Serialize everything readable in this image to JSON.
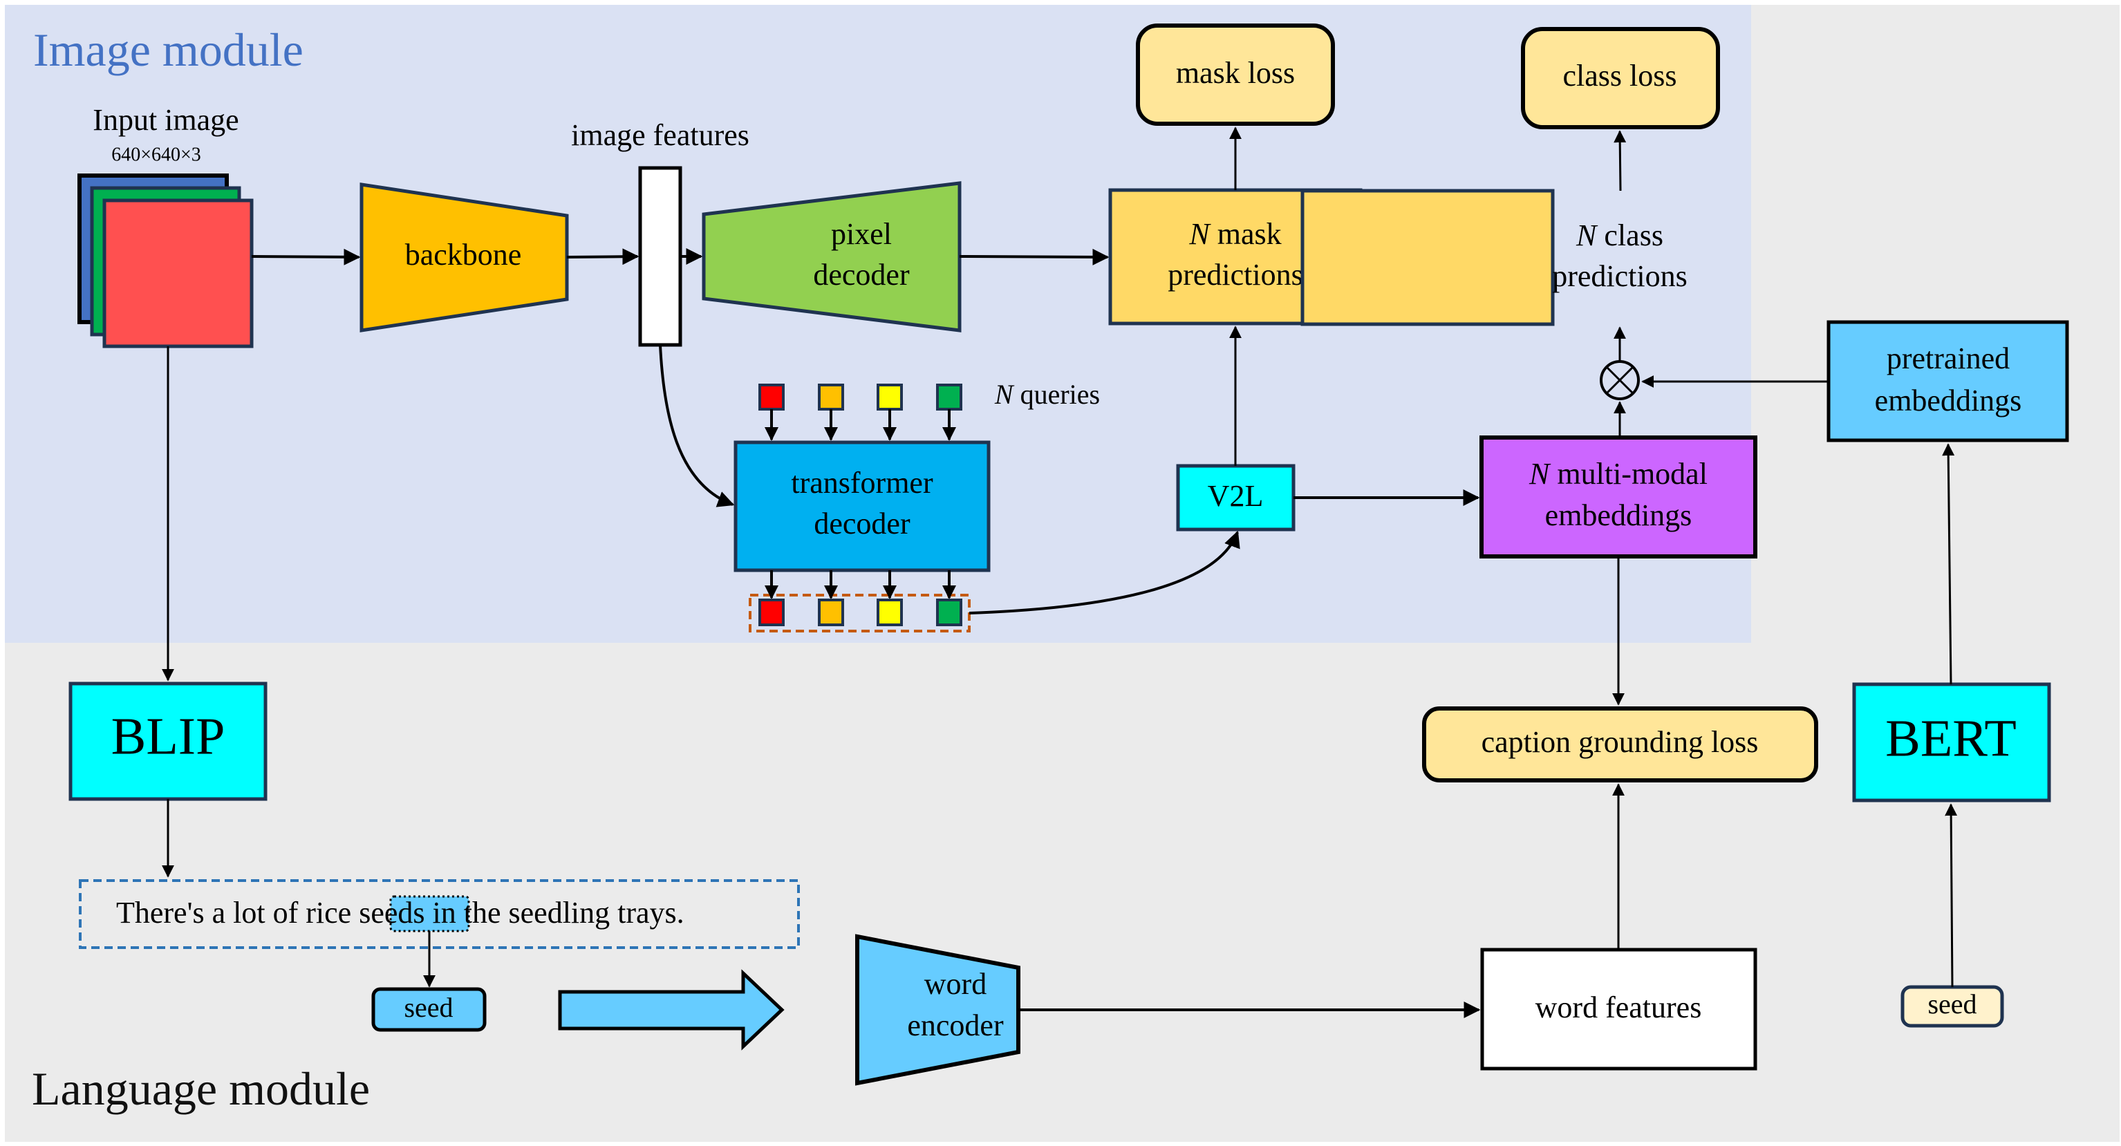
{
  "modules": {
    "image": {
      "title": "Image module",
      "color": "#4472c4",
      "background": "#dae1f3"
    },
    "language": {
      "title": "Language module",
      "background": "#ebebeb"
    }
  },
  "input_image": {
    "label": "Input image",
    "size": "640×640×3",
    "channel_colors": [
      "#4472c4",
      "#00b050",
      "#ff5050"
    ]
  },
  "blocks": {
    "backbone": {
      "label": "backbone",
      "color": "#ffc000"
    },
    "image_features": {
      "label": "image features",
      "color": "#ffffff"
    },
    "pixel_decoder": {
      "line1": "pixel",
      "line2": "decoder",
      "color": "#92d050"
    },
    "transformer_decoder": {
      "line1": "transformer",
      "line2": "decoder",
      "color": "#00b0f0"
    },
    "queries": {
      "n": "N",
      "label": "queries",
      "colors": [
        "#ff0000",
        "#ffc000",
        "#ffff00",
        "#00b050"
      ]
    },
    "mask_predictions": {
      "n": "N",
      "line1": "mask",
      "line2": "predictions",
      "color": "#ffd966"
    },
    "class_predictions": {
      "n": "N",
      "line1": "class",
      "line2": "predictions",
      "color": "#ffd966"
    },
    "mask_loss": {
      "label": "mask loss",
      "color": "#ffe699"
    },
    "class_loss": {
      "label": "class loss",
      "color": "#ffe699"
    },
    "v2l": {
      "label": "V2L",
      "color": "#00ffff"
    },
    "multimodal": {
      "n": "N",
      "line1": "multi-modal",
      "line2": "embeddings",
      "color": "#cc66ff"
    },
    "pretrained": {
      "line1": "pretrained",
      "line2": "embeddings",
      "color": "#66ccff"
    },
    "product_symbol": "⊗",
    "blip": {
      "label": "BLIP",
      "color": "#00ffff"
    },
    "bert": {
      "label": "BERT",
      "color": "#00ffff"
    },
    "caption_loss": {
      "label": "caption grounding loss",
      "color": "#ffe699"
    },
    "caption": {
      "before": "There's a lot of rice ",
      "highlight": "seeds",
      "after": " in the seedling trays.",
      "highlight_color": "#66ccff",
      "border_color": "#2e75b6"
    },
    "seed_token": {
      "label": "seed",
      "color": "#66ccff"
    },
    "seed_token_bert": {
      "label": "seed",
      "color": "#fff2cc"
    },
    "word_encoder": {
      "line1": "word",
      "line2": "encoder",
      "color": "#66ccff"
    },
    "word_features": {
      "label": "word features",
      "color": "#ffffff"
    },
    "output_group_border": "#c55a11"
  }
}
